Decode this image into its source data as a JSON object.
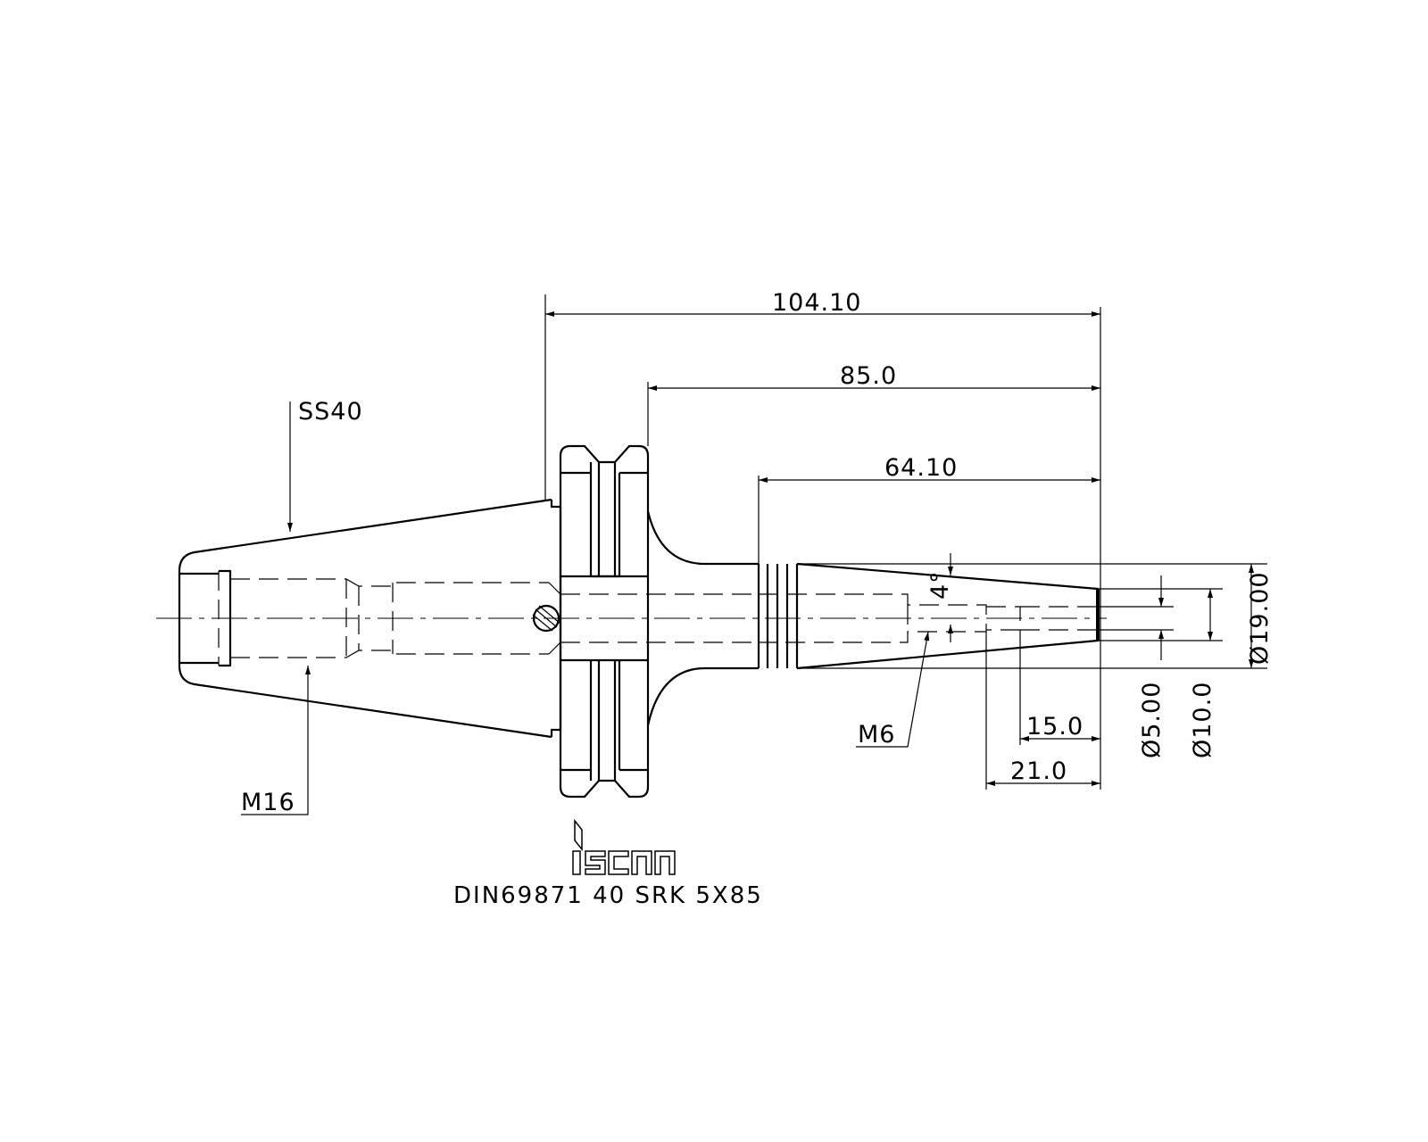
{
  "drawing": {
    "designation": "DIN69871 40 SRK 5X85",
    "brand_logo": "iscar",
    "labels": {
      "taper": "SS40",
      "thread_rear": "M16",
      "thread_front": "M6",
      "angle": "4°"
    },
    "dimensions": {
      "overall_length": "104.10",
      "gauge_length": "85.0",
      "shank_length": "64.10",
      "front_length_15": "15.0",
      "front_length_21": "21.0",
      "dia_19": "Ø19.00",
      "dia_5": "Ø5.00",
      "dia_10": "Ø10.0"
    }
  }
}
